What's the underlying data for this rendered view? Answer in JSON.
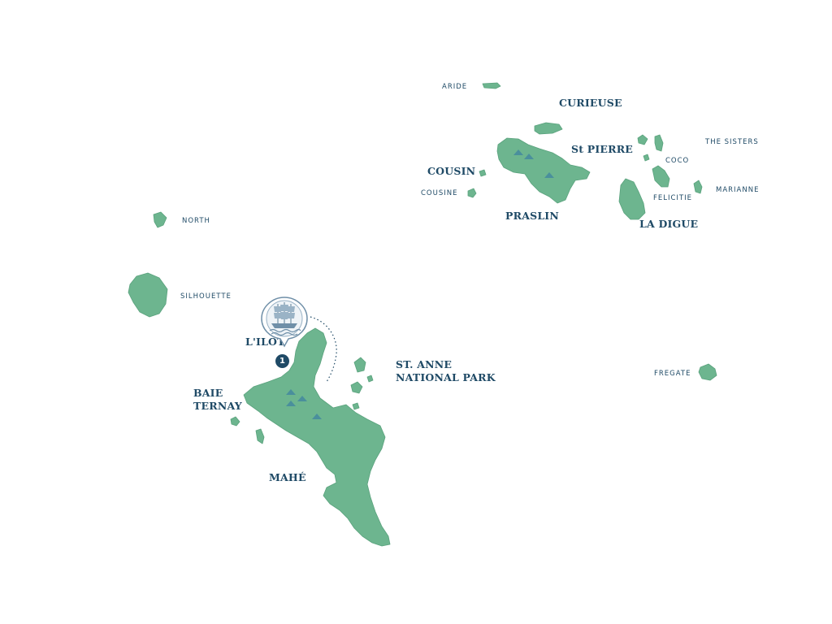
{
  "colors": {
    "land": "#6db58f",
    "land_dark": "#5aa27d",
    "label": "#1f4a66",
    "peak": "#4a8f9c",
    "background": "#ffffff"
  },
  "labels": {
    "aride": "ARIDE",
    "curieuse": "CURIEUSE",
    "st_pierre": "St PIERRE",
    "the_sisters": "THE SISTERS",
    "coco": "COCO",
    "cousin": "COUSIN",
    "cousine": "COUSINE",
    "felicitie": "FELICITIE",
    "marianne": "MARIANNE",
    "praslin": "PRASLIN",
    "la_digue": "LA DIGUE",
    "north": "NORTH",
    "silhouette": "SILHOUETTE",
    "lilot": "L'ILOT",
    "st_anne_line1": "ST. ANNE",
    "st_anne_line2": "NATIONAL PARK",
    "fregate": "FREGATE",
    "baie_ternay_line1": "BAIE",
    "baie_ternay_line2": "TERNAY",
    "mahe": "MAHÉ"
  },
  "marker": {
    "icon": "sailing-ship-icon",
    "badge_number": "1"
  }
}
